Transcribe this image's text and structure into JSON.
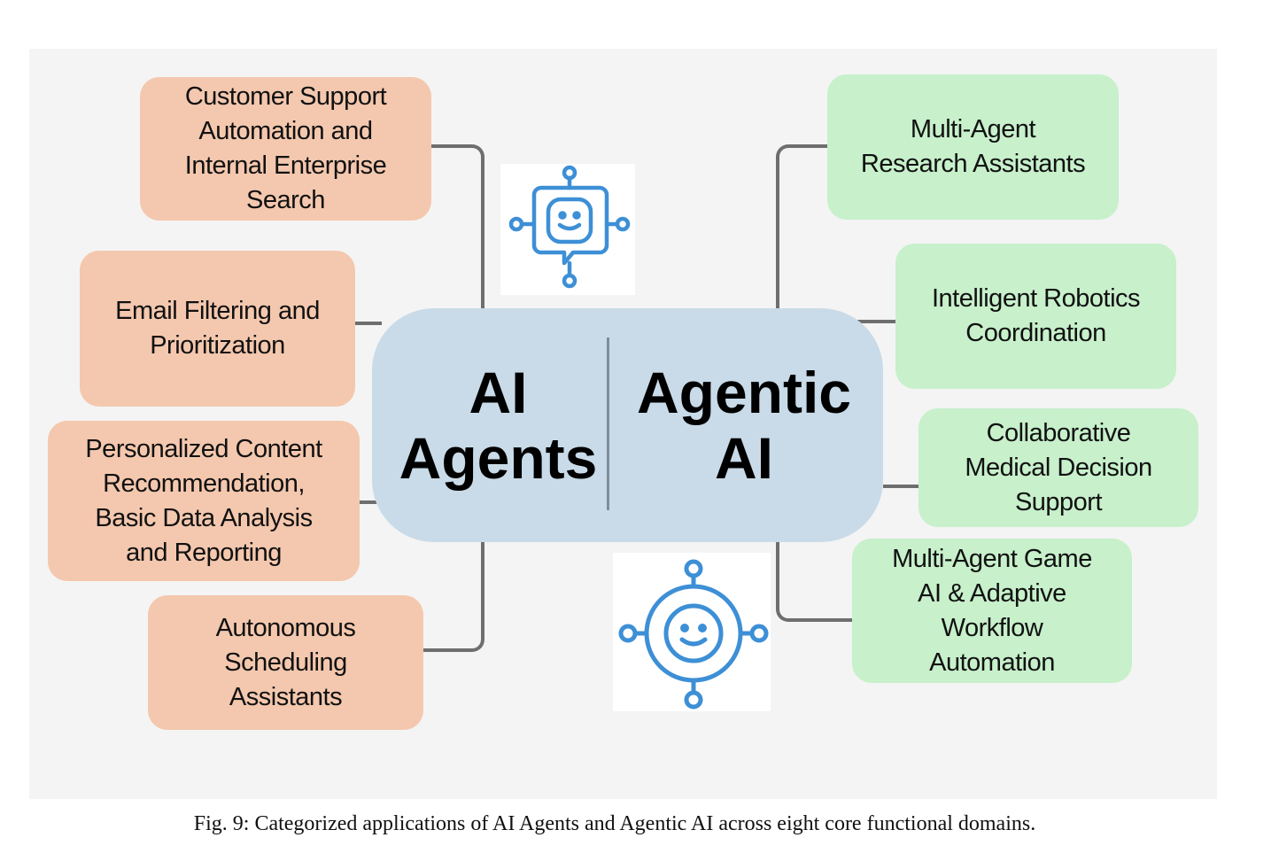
{
  "center": {
    "left_title": "AI Agents",
    "left_line1": "AI",
    "left_line2": "Agents",
    "right_line1": "Agentic",
    "right_line2": "AI"
  },
  "ai_agents_applications": [
    {
      "lines": [
        "Customer Support",
        "Automation and",
        "Internal Enterprise",
        "Search"
      ]
    },
    {
      "lines": [
        "Email Filtering and",
        "Prioritization"
      ]
    },
    {
      "lines": [
        "Personalized Content",
        "Recommendation,",
        "Basic Data Analysis",
        "and Reporting"
      ]
    },
    {
      "lines": [
        "Autonomous",
        "Scheduling",
        "Assistants"
      ]
    }
  ],
  "agentic_ai_applications": [
    {
      "lines": [
        "Multi-Agent",
        "Research Assistants"
      ]
    },
    {
      "lines": [
        "Intelligent Robotics",
        "Coordination"
      ]
    },
    {
      "lines": [
        "Collaborative",
        "Medical Decision",
        "Support"
      ]
    },
    {
      "lines": [
        "Multi-Agent Game",
        "AI & Adaptive",
        "Workflow",
        "Automation"
      ]
    }
  ],
  "icons": {
    "top": "chatbot-face-icon",
    "bottom": "network-face-icon"
  },
  "colors": {
    "ai_agents_box": "#f4c8ae",
    "agentic_box": "#c7f0cb",
    "center": "#c9dbe8",
    "icon": "#3d8fd6",
    "connector": "#6e6e6e"
  },
  "caption": "Fig. 9: Categorized applications of AI Agents and Agentic AI across eight core functional domains."
}
